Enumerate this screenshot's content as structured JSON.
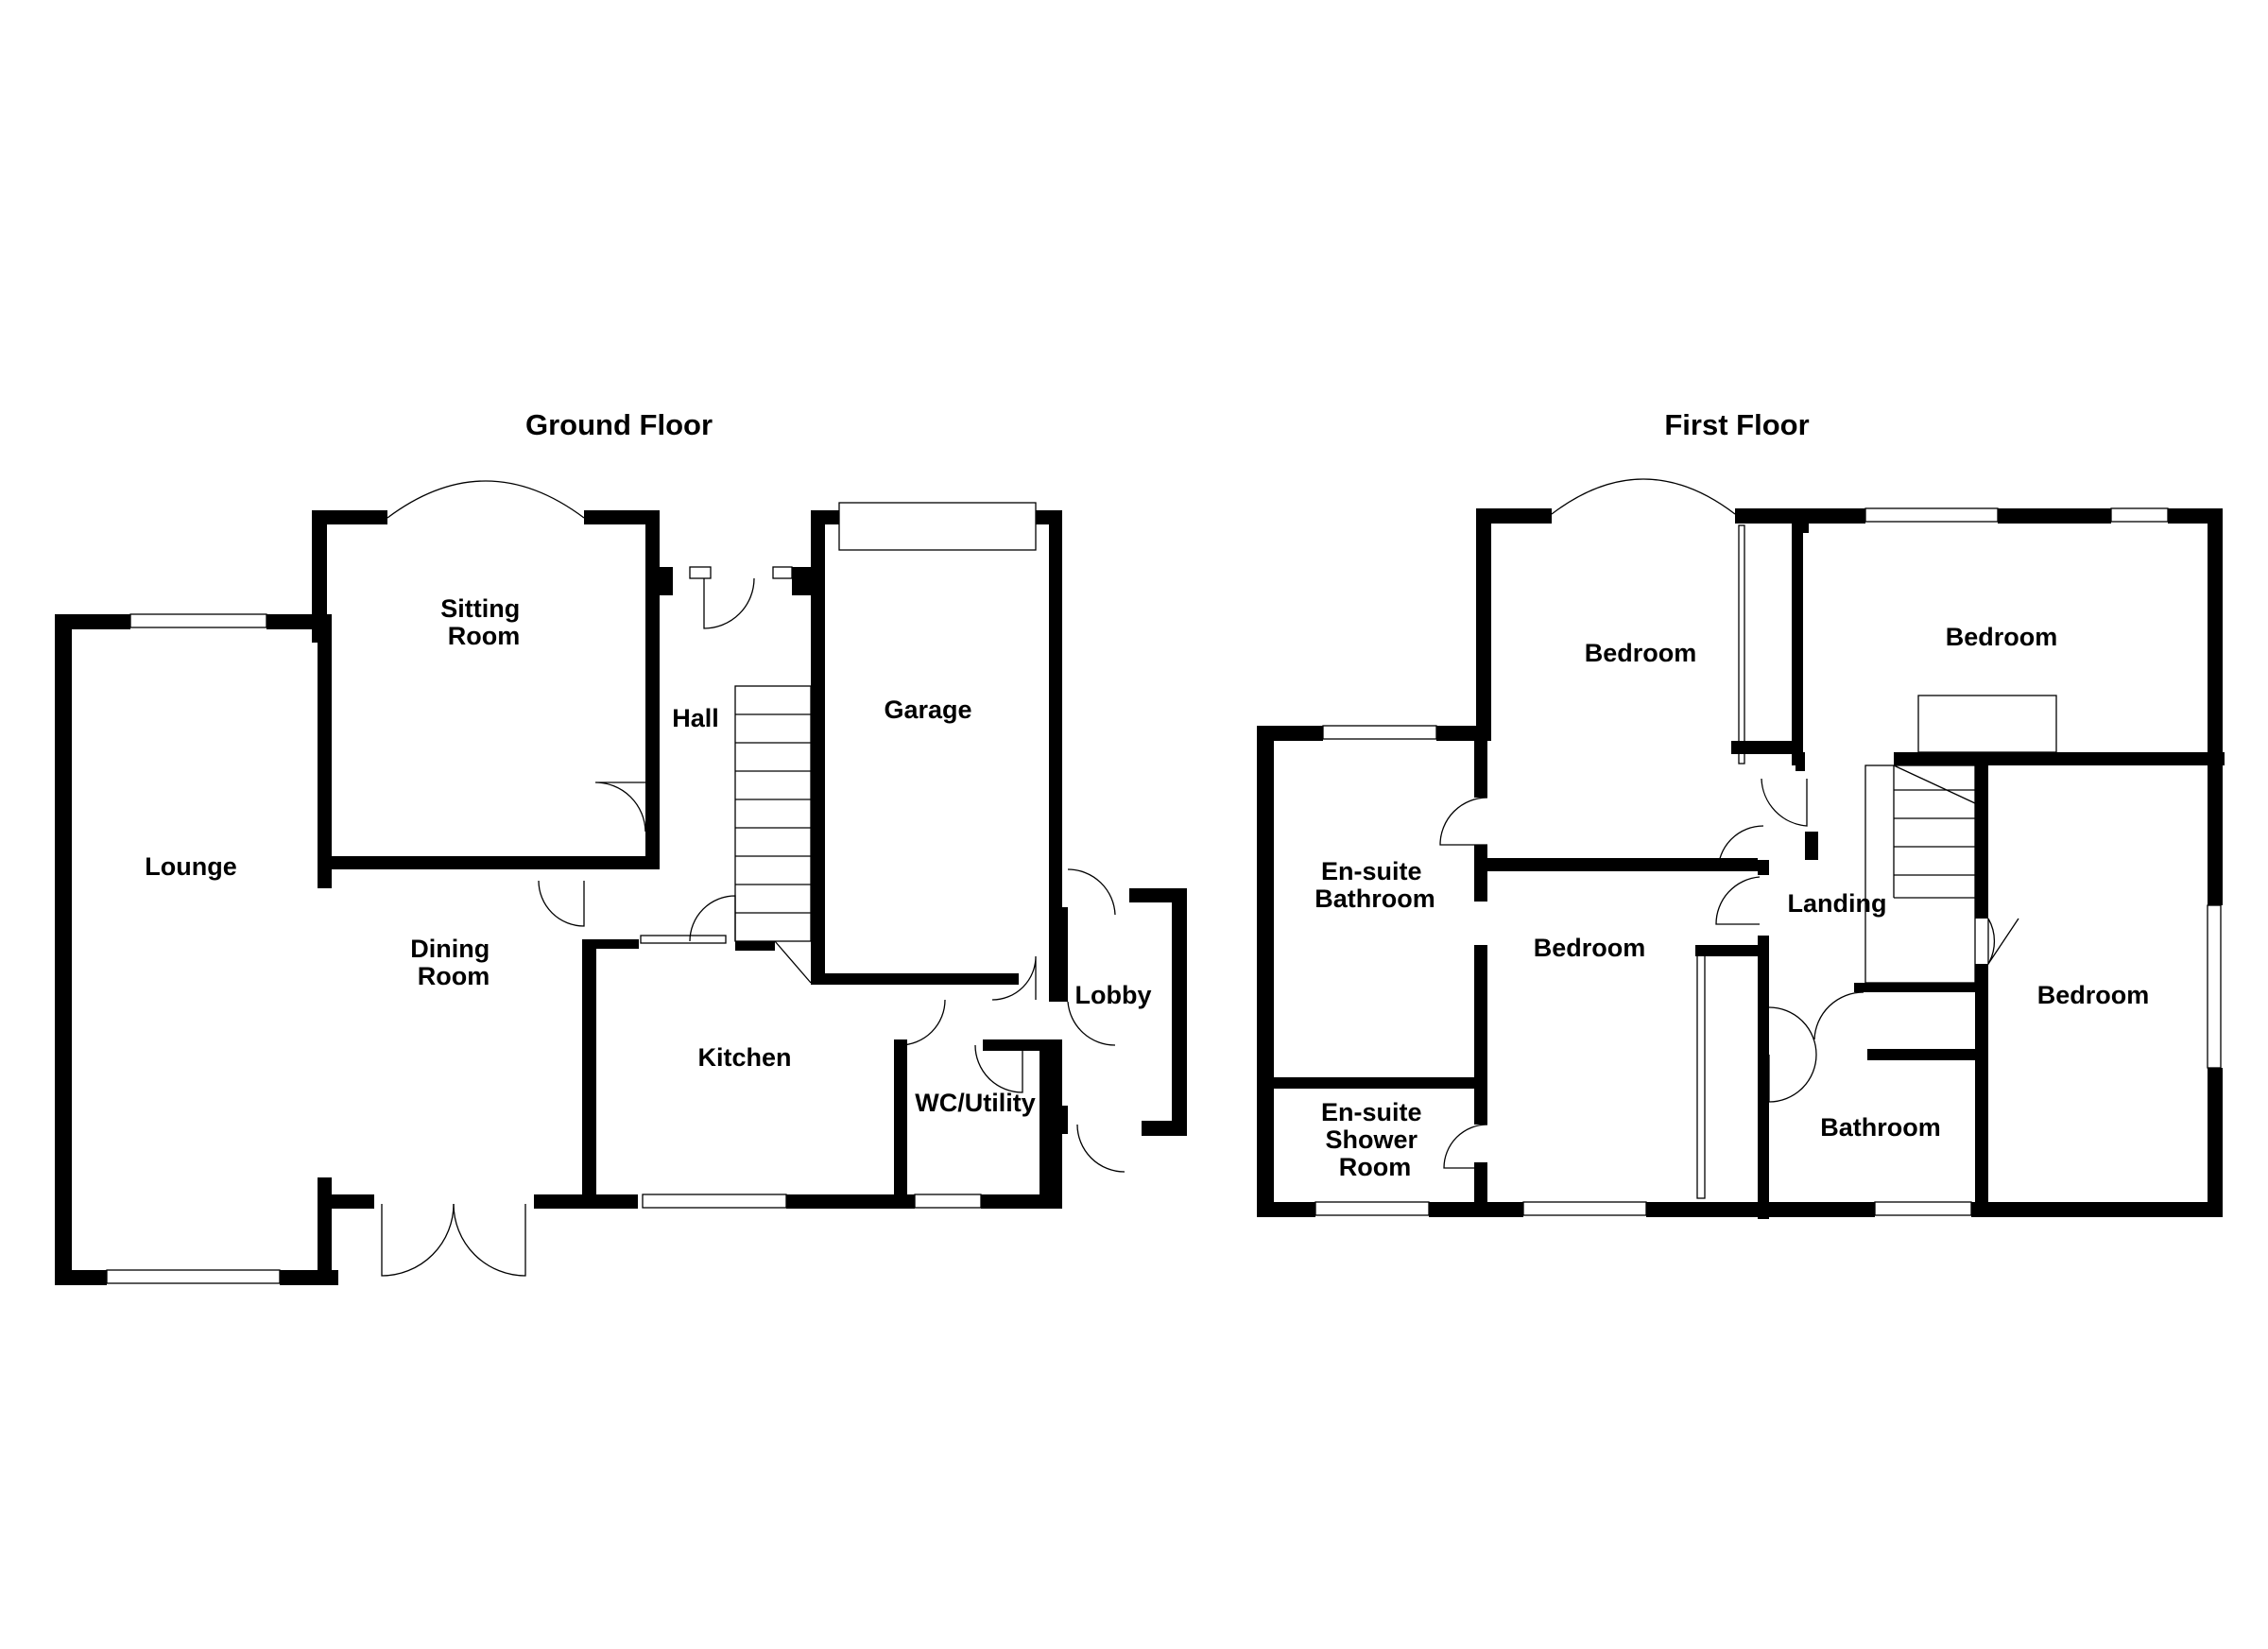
{
  "floors": [
    {
      "title": "Ground Floor",
      "rooms": [
        {
          "name": "Lounge",
          "lines": [
            "Lounge"
          ]
        },
        {
          "name": "Sitting Room",
          "lines": [
            "Sitting",
            "Room"
          ]
        },
        {
          "name": "Hall",
          "lines": [
            "Hall"
          ]
        },
        {
          "name": "Garage",
          "lines": [
            "Garage"
          ]
        },
        {
          "name": "Dining Room",
          "lines": [
            "Dining",
            "Room"
          ]
        },
        {
          "name": "Kitchen",
          "lines": [
            "Kitchen"
          ]
        },
        {
          "name": "WC/Utility",
          "lines": [
            "WC/Utility"
          ]
        },
        {
          "name": "Lobby",
          "lines": [
            "Lobby"
          ]
        }
      ]
    },
    {
      "title": "First Floor",
      "rooms": [
        {
          "name": "Bedroom",
          "lines": [
            "Bedroom"
          ]
        },
        {
          "name": "Bedroom",
          "lines": [
            "Bedroom"
          ]
        },
        {
          "name": "En-suite Bathroom",
          "lines": [
            "En-suite",
            "Bathroom"
          ]
        },
        {
          "name": "Bedroom",
          "lines": [
            "Bedroom"
          ]
        },
        {
          "name": "Landing",
          "lines": [
            "Landing"
          ]
        },
        {
          "name": "Bedroom",
          "lines": [
            "Bedroom"
          ]
        },
        {
          "name": "En-suite Shower Room",
          "lines": [
            "En-suite",
            "Shower",
            "Room"
          ]
        },
        {
          "name": "Bathroom",
          "lines": [
            "Bathroom"
          ]
        }
      ]
    }
  ],
  "colors": {
    "wall": "#000000",
    "background": "#ffffff"
  }
}
